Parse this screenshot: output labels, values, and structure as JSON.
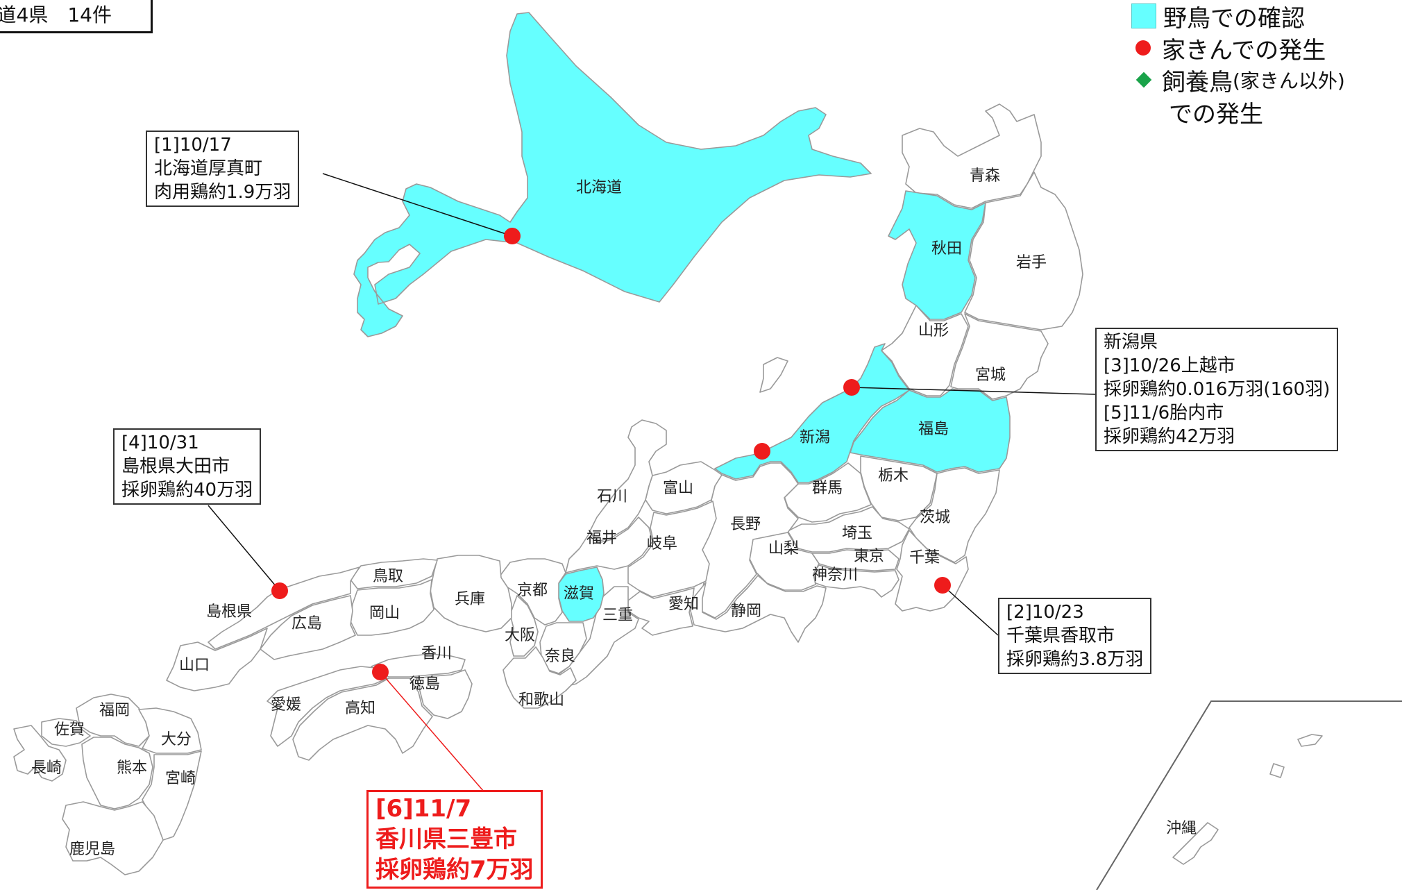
{
  "summary": "道4県　14件",
  "legend": {
    "wild_bird": "野鳥での確認",
    "poultry": "家きんでの発生",
    "other_birds_1": "飼養鳥",
    "other_birds_paren": "(家きん以外)",
    "other_birds_2": "での発生"
  },
  "colors": {
    "wild_bird_fill": "#66FFFF",
    "outbreak": "#ee1c1c",
    "other": "#1aa34a"
  },
  "prefectures": {
    "hokkaido": "北海道",
    "aomori": "青森",
    "akita": "秋田",
    "iwate": "岩手",
    "yamagata": "山形",
    "miyagi": "宮城",
    "niigata": "新潟",
    "fukushima": "福島",
    "tochigi": "栃木",
    "gunma": "群馬",
    "ibaraki": "茨城",
    "saitama": "埼玉",
    "tokyo": "東京",
    "chiba": "千葉",
    "kanagawa": "神奈川",
    "yamanashi": "山梨",
    "nagano": "長野",
    "toyama": "富山",
    "ishikawa": "石川",
    "fukui": "福井",
    "gifu": "岐阜",
    "shizuoka": "静岡",
    "aichi": "愛知",
    "mie": "三重",
    "shiga": "滋賀",
    "kyoto": "京都",
    "osaka": "大阪",
    "nara": "奈良",
    "wakayama": "和歌山",
    "hyogo": "兵庫",
    "tottori": "鳥取",
    "okayama": "岡山",
    "shimane": "島根県",
    "hiroshima": "広島",
    "yamaguchi": "山口",
    "kagawa": "香川",
    "tokushima": "徳島",
    "ehime": "愛媛",
    "kochi": "高知",
    "fukuoka": "福岡",
    "saga": "佐賀",
    "nagasaki": "長崎",
    "oita": "大分",
    "kumamoto": "熊本",
    "miyazaki": "宮崎",
    "kagoshima": "鹿児島",
    "okinawa": "沖縄"
  },
  "outbreaks": {
    "hokkaido": {
      "l1": "[1]10/17",
      "l2": "北海道厚真町",
      "l3": "肉用鶏約1.9万羽"
    },
    "shimane": {
      "l1": "[4]10/31",
      "l2": "島根県大田市",
      "l3": "採卵鶏約40万羽"
    },
    "niigata": {
      "l1": "新潟県",
      "l2": "[3]10/26上越市",
      "l3": "採卵鶏約0.016万羽(160羽)",
      "l4": "[5]11/6胎内市",
      "l5": "採卵鶏約42万羽"
    },
    "chiba": {
      "l1": "[2]10/23",
      "l2": "千葉県香取市",
      "l3": "採卵鶏約3.8万羽"
    },
    "kagawa": {
      "l1": "[6]11/7",
      "l2": "香川県三豊市",
      "l3": "採卵鶏約7万羽"
    }
  }
}
